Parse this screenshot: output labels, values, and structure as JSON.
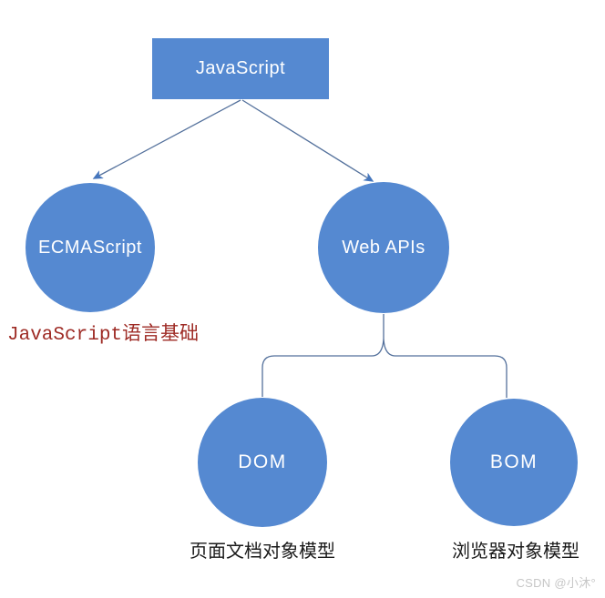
{
  "diagram": {
    "nodes": {
      "javascript": {
        "label": "JavaScript",
        "shape": "rectangle"
      },
      "ecmascript": {
        "label": "ECMAScript",
        "shape": "circle"
      },
      "webapis": {
        "label": "Web APIs",
        "shape": "circle"
      },
      "dom": {
        "label": "DOM",
        "shape": "circle"
      },
      "bom": {
        "label": "BOM",
        "shape": "circle"
      }
    },
    "edges": [
      {
        "from": "javascript",
        "to": "ecmascript",
        "style": "arrow"
      },
      {
        "from": "javascript",
        "to": "webapis",
        "style": "arrow"
      },
      {
        "from": "webapis",
        "to": "dom",
        "style": "brace"
      },
      {
        "from": "webapis",
        "to": "bom",
        "style": "brace"
      }
    ],
    "captions": {
      "ecmascript": "JavaScript语言基础",
      "dom": "页面文档对象模型",
      "bom": "浏览器对象模型"
    },
    "watermark": "CSDN @小沐°",
    "colors": {
      "node_fill": "#5589d1",
      "node_text": "#ffffff",
      "connector_line": "#54719c",
      "arrowhead": "#4576bd",
      "caption_red": "#9e2b25",
      "caption_black": "#1a1a1a",
      "watermark": "#c6c6c6"
    }
  }
}
